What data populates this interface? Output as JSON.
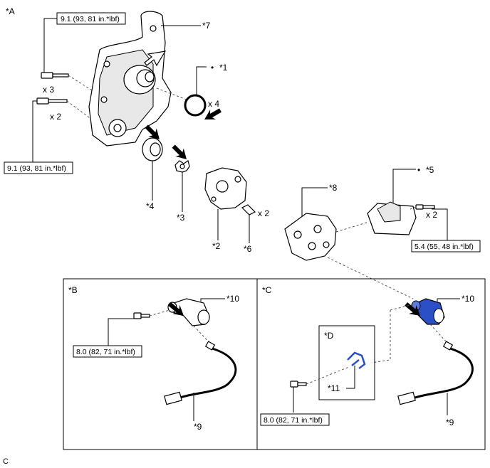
{
  "section_labels": {
    "A": "*A",
    "B": "*B",
    "C": "*C",
    "D": "*D"
  },
  "callouts": {
    "c1": "*1",
    "c2": "*2",
    "c3": "*3",
    "c4": "*4",
    "c5": "*5",
    "c6": "*6",
    "c7": "*7",
    "c8": "*8",
    "c9_b": "*9",
    "c9_c": "*9",
    "c10_b": "*10",
    "c10_c": "*10",
    "c11": "*11"
  },
  "bullets": {
    "b1": "•",
    "b5": "•"
  },
  "quantities": {
    "bolt_top": "x 3",
    "bolt_mid": "x 2",
    "oring": "x 4",
    "pin": "x 2",
    "bolt_right": "x 2"
  },
  "torque_specs": {
    "top_left": "9.1 (93, 81 in.*lbf)",
    "mid_left": "9.1 (93, 81 in.*lbf)",
    "right": "5.4 (55, 48 in.*lbf)",
    "b_bolt": "8.0 (82, 71 in.*lbf)",
    "c_bolt": "8.0 (82, 71 in.*lbf)"
  },
  "footer_code": "C",
  "colors": {
    "highlight_blue": "#2b4fc4",
    "arrow_fill": "#000000"
  }
}
